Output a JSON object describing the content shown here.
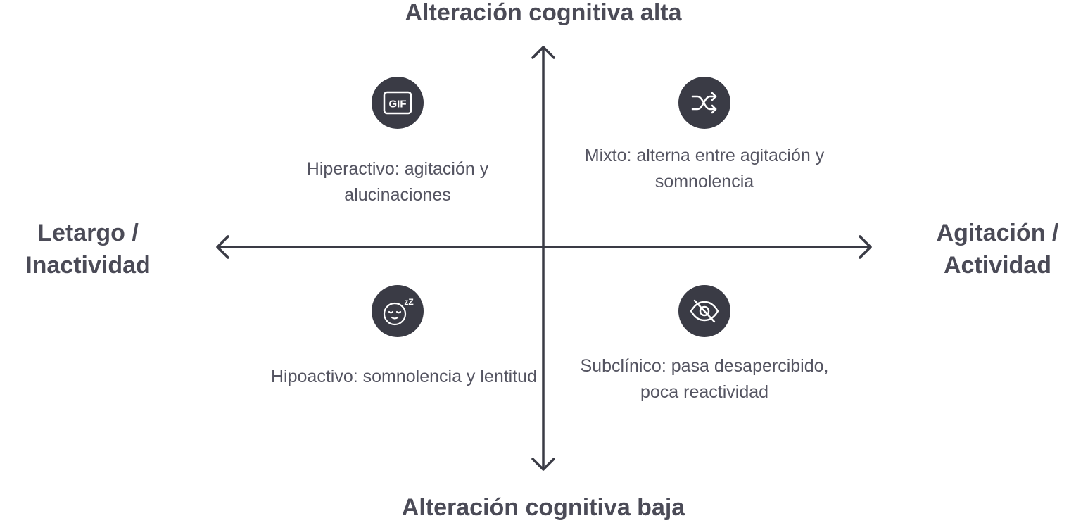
{
  "axes": {
    "top": "Alteración cognitiva alta",
    "bottom": "Alteración cognitiva baja",
    "left": "Letargo / Inactividad",
    "right": "Agitación / Actividad"
  },
  "quadrants": {
    "top_left": {
      "icon": "gif-icon",
      "icon_text": "GIF",
      "text": "Hiperactivo: agitación y alucinaciones"
    },
    "top_right": {
      "icon": "shuffle-icon",
      "text": "Mixto: alterna entre agitación y somnolencia"
    },
    "bottom_left": {
      "icon": "sleepy-face-icon",
      "icon_text": "zZ",
      "text": "Hipoactivo: somnolencia y lentitud"
    },
    "bottom_right": {
      "icon": "eye-off-icon",
      "text": "Subclínico: pasa desapercibido, poca reactividad"
    }
  },
  "colors": {
    "axis": "#3a3b45",
    "icon_bg": "#3a3b45",
    "icon_fg": "#ffffff",
    "text": "#545461"
  }
}
